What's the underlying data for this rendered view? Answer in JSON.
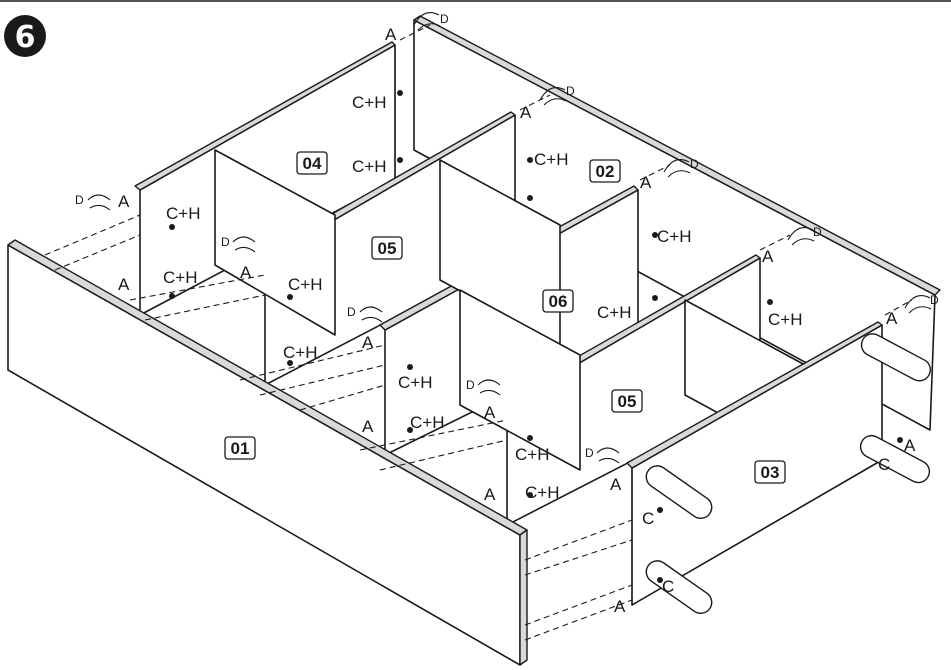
{
  "step": {
    "number": "6"
  },
  "panels": [
    "01",
    "02",
    "03",
    "04",
    "05",
    "05",
    "06"
  ],
  "fitting_labels": [
    "A",
    "C+H",
    "C",
    "D"
  ]
}
